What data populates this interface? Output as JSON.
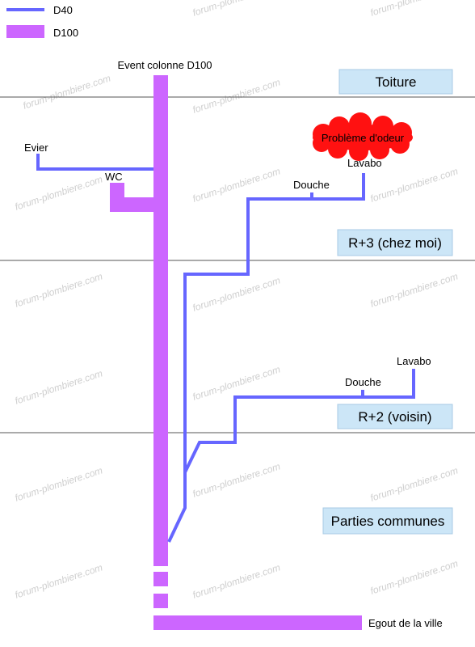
{
  "legend": {
    "d40": {
      "label": "D40",
      "color": "#6666ff"
    },
    "d100": {
      "label": "D100",
      "color": "#cc66ff"
    }
  },
  "stack_label": "Event colonne D100",
  "floors": {
    "toiture": "Toiture",
    "r3": "R+3 (chez moi)",
    "r2": "R+2 (voisin)",
    "communes": "Parties communes"
  },
  "fixtures": {
    "evier": "Evier",
    "wc": "WC",
    "douche_r3": "Douche",
    "lavabo_r3": "Lavabo",
    "douche_r2": "Douche",
    "lavabo_r2": "Lavabo"
  },
  "problem_label": "Problème d'odeur",
  "sewer_label": "Egout de la ville",
  "watermark": "forum-plombiere.com",
  "colors": {
    "floor_box_bg": "#cce6f7",
    "problem_cloud": "#ff1111",
    "floor_line": "#555555"
  }
}
